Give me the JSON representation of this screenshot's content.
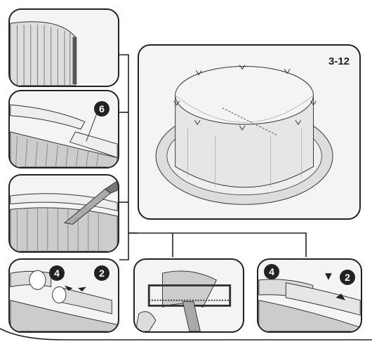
{
  "figure": {
    "step_label": "3-12",
    "callouts": {
      "panel2_part": "6",
      "panel5_part_a": "4",
      "panel5_part_b": "2",
      "panel7_part_a": "4",
      "panel7_part_b": "2"
    }
  }
}
